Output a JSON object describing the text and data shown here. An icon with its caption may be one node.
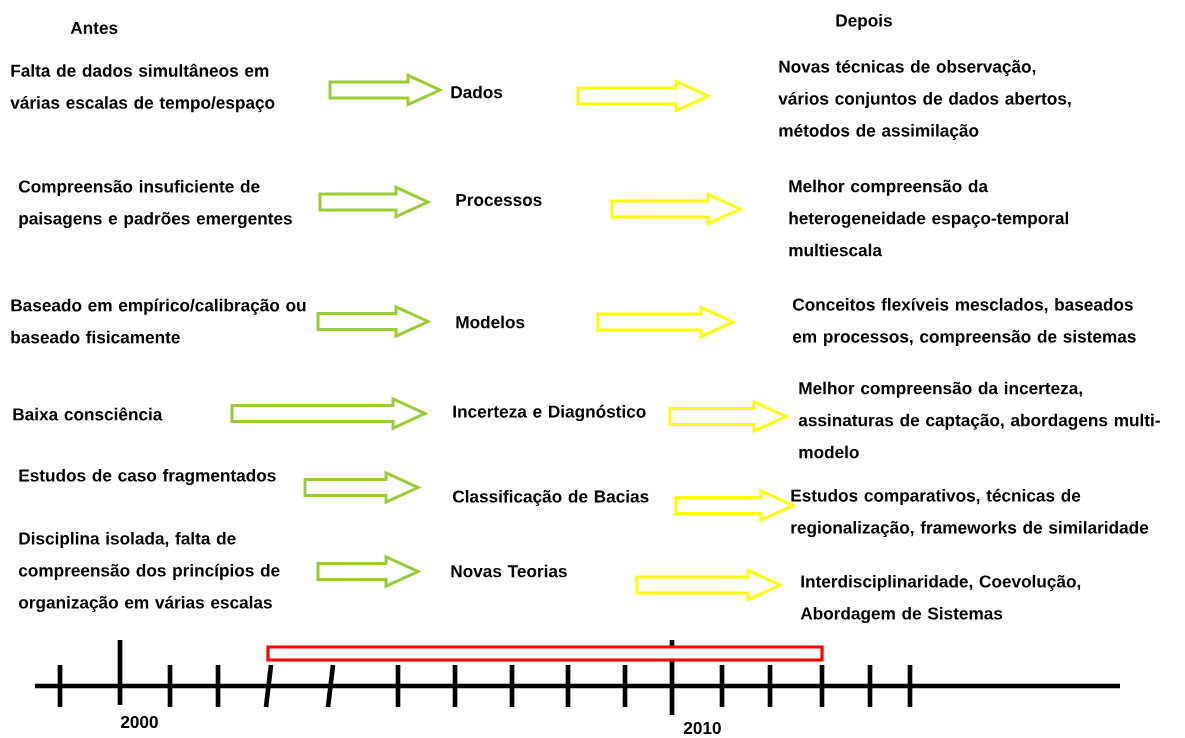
{
  "diagram": {
    "nodes": [
      {
        "text": [
          "Falta de dados simultâneos em várias escalas de tempo/espaço"
        ]
      },
      {
        "text": [
          "Dados"
        ]
      },
      {
        "text": [
          "Novas técnicas de observação, vários conjuntos de dados abertos, métodos de assimilação"
        ]
      },
      {
        "text": [
          "Compreensão insuficiente de paisagens e padrões emergentes"
        ]
      },
      {
        "text": [
          "Processos"
        ]
      },
      {
        "text": [
          "Melhor compreensão da heterogeneidade espaço-temporal multiescala"
        ]
      },
      {
        "text": [
          "Baseado em empírico/calibração ou baseado fisicamente"
        ]
      },
      {
        "text": [
          "Modelos"
        ]
      },
      {
        "text": [
          "Conceitos flexíveis mesclados, baseados em processos, compreensão de sistemas"
        ]
      },
      {
        "text": [
          "Baixa consciência"
        ]
      },
      {
        "text": [
          "Incerteza e Diagnóstico"
        ]
      },
      {
        "text": [
          "Melhor compreensão da incerteza, assinaturas de captação, abordagens multi-modelo"
        ]
      },
      {
        "text": [
          "Estudos de caso fragmentados"
        ]
      },
      {
        "text": [
          "Classificação de Bacias"
        ]
      },
      {
        "text": [
          "Estudos comparativos, técnicas de regionalização, frameworks de similaridade"
        ]
      },
      {
        "text": [
          "Disciplina isolada, falta de compreensão dos princípios de organização em várias escalas"
        ]
      },
      {
        "text": [
          "Novas Teorias"
        ]
      },
      {
        "text": [
          "Interdisciplinaridade, Coevolução, Abordagem de Sistemas"
        ]
      }
    ],
    "edges": [
      {
        "from": 0,
        "to": 1,
        "arrow": "to",
        "color": "#99cc33"
      },
      {
        "from": 1,
        "to": 2,
        "arrow": "to",
        "color": "#ffff00"
      },
      {
        "from": 3,
        "to": 4,
        "arrow": "to",
        "color": "#99cc33"
      },
      {
        "from": 4,
        "to": 5,
        "arrow": "to",
        "color": "#ffff00"
      },
      {
        "from": 6,
        "to": 7,
        "arrow": "to",
        "color": "#99cc33"
      },
      {
        "from": 7,
        "to": 8,
        "arrow": "to",
        "color": "#ffff00"
      },
      {
        "from": 9,
        "to": 10,
        "arrow": "to",
        "color": "#99cc33"
      },
      {
        "from": 10,
        "to": 11,
        "arrow": "to",
        "color": "#ffff00"
      },
      {
        "from": 12,
        "to": 13,
        "arrow": "to",
        "color": "#99cc33"
      },
      {
        "from": 13,
        "to": 14,
        "arrow": "to",
        "color": "#ffff00"
      },
      {
        "from": 15,
        "to": 16,
        "arrow": "to",
        "color": "#99cc33"
      },
      {
        "from": 16,
        "to": 17,
        "arrow": "to",
        "color": "#ffff00"
      }
    ],
    "labels": [
      "Antes",
      "Depois",
      "2000",
      "2010"
    ]
  }
}
